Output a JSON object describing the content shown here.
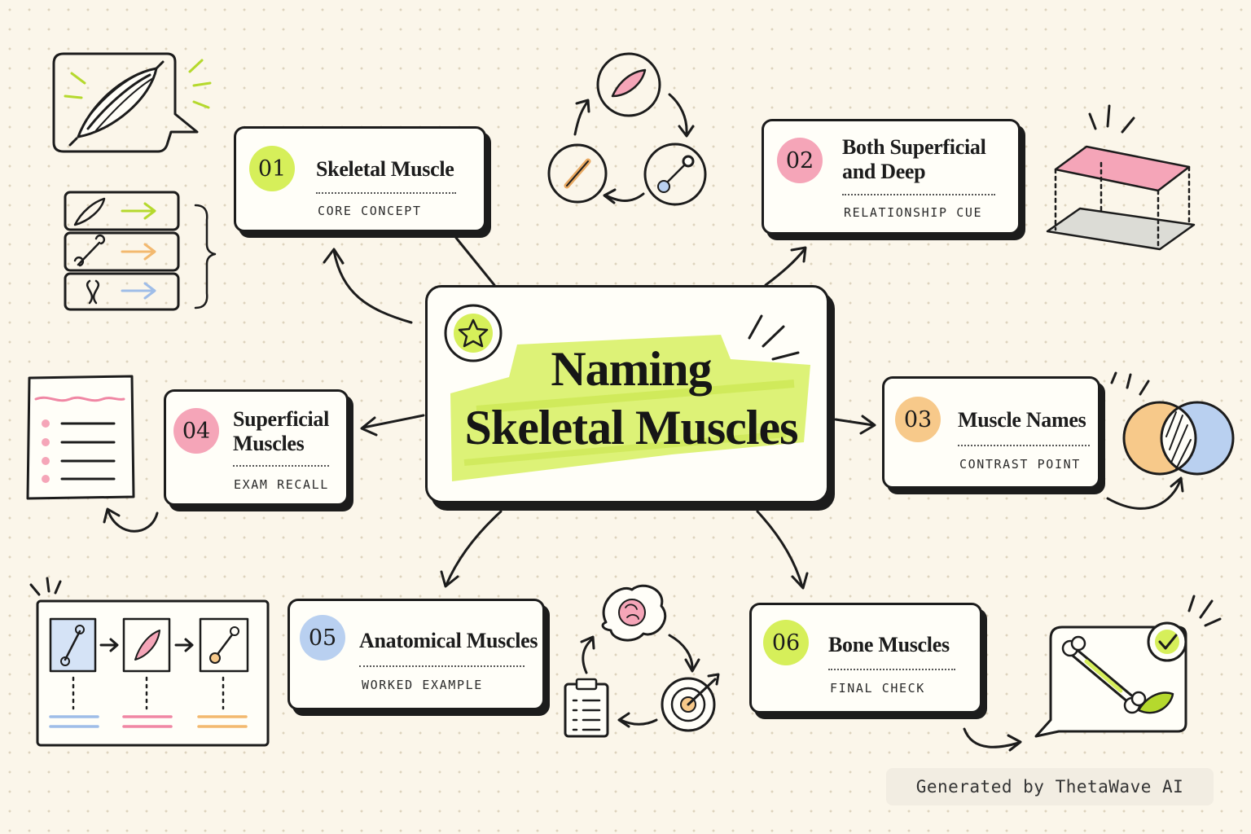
{
  "central": {
    "title_line1": "Naming",
    "title_line2": "Skeletal Muscles",
    "icon": "star-icon",
    "highlight_color": "#d6ef5a"
  },
  "cards": [
    {
      "number": "01",
      "title_lines": [
        "Skeletal Muscle"
      ],
      "subtitle": "CORE CONCEPT",
      "badge_color": "#d6ef5a"
    },
    {
      "number": "02",
      "title_lines": [
        "Both Superficial",
        "and Deep"
      ],
      "subtitle": "RELATIONSHIP CUE",
      "badge_color": "#f5a5b8"
    },
    {
      "number": "03",
      "title_lines": [
        "Muscle Names"
      ],
      "subtitle": "CONTRAST POINT",
      "badge_color": "#f7c98a"
    },
    {
      "number": "04",
      "title_lines": [
        "Superficial",
        "Muscles"
      ],
      "subtitle": "EXAM RECALL",
      "badge_color": "#f5a5b8"
    },
    {
      "number": "05",
      "title_lines": [
        "Anatomical Muscles"
      ],
      "subtitle": "WORKED EXAMPLE",
      "badge_color": "#b9d0f0"
    },
    {
      "number": "06",
      "title_lines": [
        "Bone Muscles"
      ],
      "subtitle": "FINAL CHECK",
      "badge_color": "#d6ef5a"
    }
  ],
  "icons": {
    "top_left": [
      "muscle-speech-bubble-icon",
      "muscle-bone-joint-list-icon"
    ],
    "top_center": "muscle-bone-joint-cycle-icon",
    "top_right": "layered-planes-icon",
    "mid_left": "checklist-notes-icon",
    "mid_right": "venn-diagram-icon",
    "bottom_left": "bone-muscle-joint-sequence-icon",
    "bottom_center": "brain-target-clipboard-cycle-icon",
    "bottom_right": "bone-with-muscle-check-bubble-icon"
  },
  "colors": {
    "ink": "#1c1c1c",
    "background": "#fbf6ea",
    "lime": "#d6ef5a",
    "pink": "#f5a5b8",
    "orange": "#f7c98a",
    "blue": "#b9d0f0"
  },
  "watermark": "Generated by ThetaWave AI"
}
